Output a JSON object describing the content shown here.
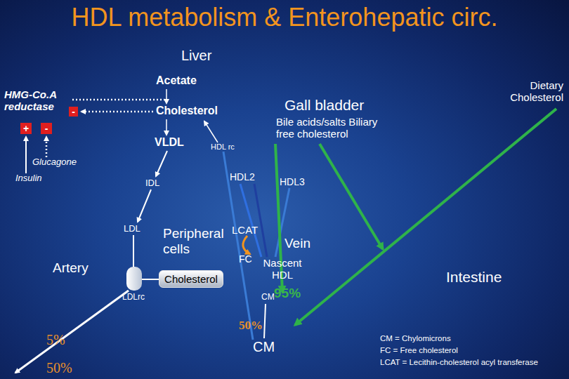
{
  "diagram": {
    "title": "HDL metabolism & Enterohepatic circ.",
    "nodes": [
      {
        "text": [
          "-"
        ]
      },
      {
        "text": [
          "+"
        ]
      },
      {
        "text": [
          "-"
        ]
      },
      {
        "text": [
          "Cholesterol"
        ]
      }
    ],
    "labels": [
      "Liver",
      "HMG-Co.A reductase",
      "Acetate",
      "Cholesterol",
      "VLDL",
      "HDL rc",
      "Gall bladder",
      "Bile acids/salts Biliary free cholesterol",
      "Dietary Cholesterol",
      "Glucagone",
      "Insulin",
      "IDL",
      "HDL2",
      "HDL3",
      "LDL",
      "Peripheral cells",
      "LCAT",
      "Vein",
      "FC",
      "Nascent HDL",
      "Artery",
      "Intestine",
      "LDLrc",
      "CM",
      "95%",
      "50%",
      "5%",
      "CM",
      "50%",
      "CM = Chylomicrons",
      "FC = Free cholesterol",
      "LCAT = Lecithin-cholesterol acyl transferase"
    ]
  }
}
